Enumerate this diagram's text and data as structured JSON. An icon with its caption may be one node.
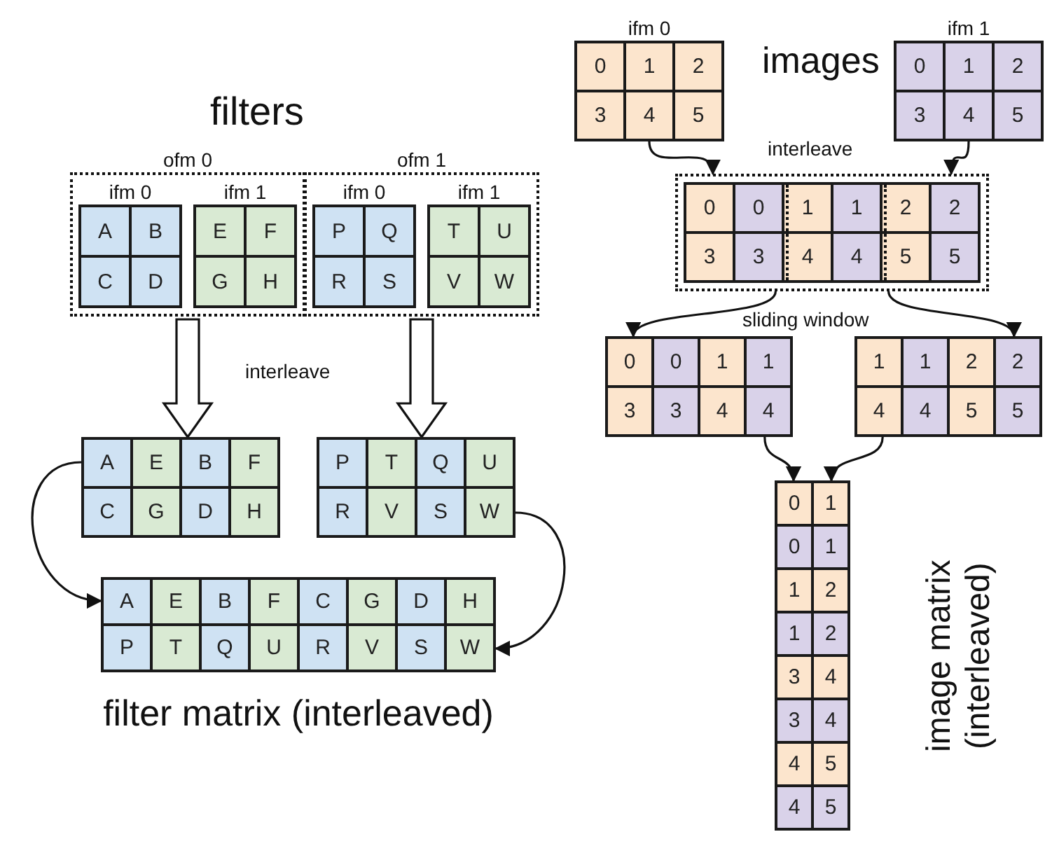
{
  "diagram": {
    "nodes": [
      {
        "text": [
          "ofm 0"
        ]
      },
      {
        "text": [
          "ifm 0"
        ],
        "in": 0
      },
      {
        "text": [
          "A"
        ],
        "in": 1
      },
      {
        "text": [
          "B"
        ],
        "in": 1
      },
      {
        "text": [
          "C"
        ],
        "in": 1
      },
      {
        "text": [
          "D"
        ],
        "in": 1
      },
      {
        "text": [
          "ifm 1"
        ],
        "in": 0
      },
      {
        "text": [
          "E"
        ],
        "in": 6
      },
      {
        "text": [
          "F"
        ],
        "in": 6
      },
      {
        "text": [
          "G"
        ],
        "in": 6
      },
      {
        "text": [
          "H"
        ],
        "in": 6
      },
      {
        "text": [
          "ofm 1"
        ]
      },
      {
        "text": [
          "ifm 0"
        ],
        "in": 11
      },
      {
        "text": [
          "P"
        ],
        "in": 12
      },
      {
        "text": [
          "Q"
        ],
        "in": 12
      },
      {
        "text": [
          "R"
        ],
        "in": 12
      },
      {
        "text": [
          "S"
        ],
        "in": 12
      },
      {
        "text": [
          "ifm 1"
        ],
        "in": 11
      },
      {
        "text": [
          "T"
        ],
        "in": 17
      },
      {
        "text": [
          "U"
        ],
        "in": 17
      },
      {
        "text": [
          "V"
        ],
        "in": 17
      },
      {
        "text": [
          "W"
        ],
        "in": 17
      },
      {
        "text": [],
        "shape": "box"
      },
      {
        "text": [
          "A"
        ],
        "in": 22
      },
      {
        "text": [
          "E"
        ],
        "in": 22
      },
      {
        "text": [
          "B"
        ],
        "in": 22
      },
      {
        "text": [
          "F"
        ],
        "in": 22
      },
      {
        "text": [
          "C"
        ],
        "in": 22
      },
      {
        "text": [
          "G"
        ],
        "in": 22
      },
      {
        "text": [
          "D"
        ],
        "in": 22
      },
      {
        "text": [
          "H"
        ],
        "in": 22
      },
      {
        "text": [],
        "shape": "box"
      },
      {
        "text": [
          "P"
        ],
        "in": 31
      },
      {
        "text": [
          "T"
        ],
        "in": 31
      },
      {
        "text": [
          "Q"
        ],
        "in": 31
      },
      {
        "text": [
          "U"
        ],
        "in": 31
      },
      {
        "text": [
          "R"
        ],
        "in": 31
      },
      {
        "text": [
          "V"
        ],
        "in": 31
      },
      {
        "text": [
          "S"
        ],
        "in": 31
      },
      {
        "text": [
          "W"
        ],
        "in": 31
      },
      {
        "text": [
          "filter matrix (interleaved)"
        ]
      },
      {
        "text": [
          "A"
        ],
        "in": 40
      },
      {
        "text": [
          "E"
        ],
        "in": 40
      },
      {
        "text": [
          "B"
        ],
        "in": 40
      },
      {
        "text": [
          "F"
        ],
        "in": 40
      },
      {
        "text": [
          "C"
        ],
        "in": 40
      },
      {
        "text": [
          "G"
        ],
        "in": 40
      },
      {
        "text": [
          "D"
        ],
        "in": 40
      },
      {
        "text": [
          "H"
        ],
        "in": 40
      },
      {
        "text": [
          "P"
        ],
        "in": 40
      },
      {
        "text": [
          "T"
        ],
        "in": 40
      },
      {
        "text": [
          "Q"
        ],
        "in": 40
      },
      {
        "text": [
          "U"
        ],
        "in": 40
      },
      {
        "text": [
          "R"
        ],
        "in": 40
      },
      {
        "text": [
          "V"
        ],
        "in": 40
      },
      {
        "text": [
          "S"
        ],
        "in": 40
      },
      {
        "text": [
          "W"
        ],
        "in": 40
      },
      {
        "text": [
          "ifm 0"
        ]
      },
      {
        "text": [
          "0"
        ],
        "in": 57
      },
      {
        "text": [
          "1"
        ],
        "in": 57
      },
      {
        "text": [
          "2"
        ],
        "in": 57
      },
      {
        "text": [
          "3"
        ],
        "in": 57
      },
      {
        "text": [
          "4"
        ],
        "in": 57
      },
      {
        "text": [
          "5"
        ],
        "in": 57
      },
      {
        "text": [
          "ifm 1"
        ]
      },
      {
        "text": [
          "0"
        ],
        "in": 64
      },
      {
        "text": [
          "1"
        ],
        "in": 64
      },
      {
        "text": [
          "2"
        ],
        "in": 64
      },
      {
        "text": [
          "3"
        ],
        "in": 64
      },
      {
        "text": [
          "4"
        ],
        "in": 64
      },
      {
        "text": [
          "5"
        ],
        "in": 64
      },
      {
        "text": [],
        "shape": "box"
      },
      {
        "text": [
          "0"
        ],
        "in": 71
      },
      {
        "text": [
          "0"
        ],
        "in": 71
      },
      {
        "text": [
          "1"
        ],
        "in": 71
      },
      {
        "text": [
          "1"
        ],
        "in": 71
      },
      {
        "text": [
          "2"
        ],
        "in": 71
      },
      {
        "text": [
          "2"
        ],
        "in": 71
      },
      {
        "text": [
          "3"
        ],
        "in": 71
      },
      {
        "text": [
          "3"
        ],
        "in": 71
      },
      {
        "text": [
          "4"
        ],
        "in": 71
      },
      {
        "text": [
          "4"
        ],
        "in": 71
      },
      {
        "text": [
          "5"
        ],
        "in": 71
      },
      {
        "text": [
          "5"
        ],
        "in": 71
      },
      {
        "text": [],
        "shape": "box"
      },
      {
        "text": [
          "0"
        ],
        "in": 84
      },
      {
        "text": [
          "0"
        ],
        "in": 84
      },
      {
        "text": [
          "1"
        ],
        "in": 84
      },
      {
        "text": [
          "1"
        ],
        "in": 84
      },
      {
        "text": [
          "3"
        ],
        "in": 84
      },
      {
        "text": [
          "3"
        ],
        "in": 84
      },
      {
        "text": [
          "4"
        ],
        "in": 84
      },
      {
        "text": [
          "4"
        ],
        "in": 84
      },
      {
        "text": [],
        "shape": "box"
      },
      {
        "text": [
          "1"
        ],
        "in": 93
      },
      {
        "text": [
          "1"
        ],
        "in": 93
      },
      {
        "text": [
          "2"
        ],
        "in": 93
      },
      {
        "text": [
          "2"
        ],
        "in": 93
      },
      {
        "text": [
          "4"
        ],
        "in": 93
      },
      {
        "text": [
          "4"
        ],
        "in": 93
      },
      {
        "text": [
          "5"
        ],
        "in": 93
      },
      {
        "text": [
          "5"
        ],
        "in": 93
      },
      {
        "text": [
          "image matrix (interleaved)"
        ]
      },
      {
        "text": [
          "0"
        ],
        "in": 102
      },
      {
        "text": [
          "1"
        ],
        "in": 102
      },
      {
        "text": [
          "0"
        ],
        "in": 102
      },
      {
        "text": [
          "1"
        ],
        "in": 102
      },
      {
        "text": [
          "1"
        ],
        "in": 102
      },
      {
        "text": [
          "2"
        ],
        "in": 102
      },
      {
        "text": [
          "1"
        ],
        "in": 102
      },
      {
        "text": [
          "2"
        ],
        "in": 102
      },
      {
        "text": [
          "3"
        ],
        "in": 102
      },
      {
        "text": [
          "4"
        ],
        "in": 102
      },
      {
        "text": [
          "3"
        ],
        "in": 102
      },
      {
        "text": [
          "4"
        ],
        "in": 102
      },
      {
        "text": [
          "4"
        ],
        "in": 102
      },
      {
        "text": [
          "5"
        ],
        "in": 102
      },
      {
        "text": [
          "4"
        ],
        "in": 102
      },
      {
        "text": [
          "5"
        ],
        "in": 102
      }
    ],
    "edges": [
      {
        "from": 0,
        "to": 22,
        "arrow": "to",
        "style": "thick"
      },
      {
        "from": 11,
        "to": 31,
        "arrow": "to",
        "style": "thick"
      },
      {
        "from": 22,
        "to": 40,
        "arrow": "to"
      },
      {
        "from": 31,
        "to": 40,
        "arrow": "to"
      },
      {
        "from": 57,
        "to": 71,
        "arrow": "to"
      },
      {
        "from": 64,
        "to": 71,
        "arrow": "to"
      },
      {
        "from": 71,
        "to": 84,
        "arrow": "to"
      },
      {
        "from": 71,
        "to": 93,
        "arrow": "to"
      },
      {
        "from": 84,
        "to": 102,
        "arrow": "to"
      },
      {
        "from": 93,
        "to": 102,
        "arrow": "to"
      }
    ],
    "labels": [
      "filters",
      "images",
      "interleave",
      "interleave",
      "sliding window"
    ]
  }
}
